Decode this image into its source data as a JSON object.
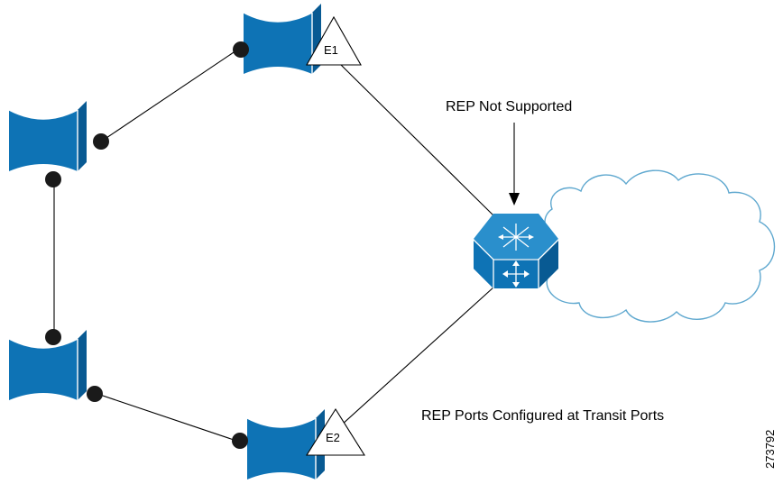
{
  "diagram": {
    "labels": {
      "edge1": "E1",
      "edge2": "E2",
      "rep_not_supported": "REP Not Supported",
      "transit_ports": "REP Ports Configured at Transit Ports",
      "figure_id": "273792"
    },
    "colors": {
      "switch_blue": "#0e73b5",
      "switch_dark": "#085a93",
      "cloud_outline": "#5fa8cf",
      "port_dot": "#1a1a1a"
    },
    "nodes": [
      {
        "id": "switch-top",
        "type": "layer2-switch",
        "icon": "workgroup-switch-icon"
      },
      {
        "id": "switch-left-upper",
        "type": "layer2-switch",
        "icon": "workgroup-switch-icon"
      },
      {
        "id": "switch-left-lower",
        "type": "layer2-switch",
        "icon": "workgroup-switch-icon"
      },
      {
        "id": "switch-bottom",
        "type": "layer2-switch",
        "icon": "workgroup-switch-icon"
      },
      {
        "id": "multilayer-switch",
        "type": "layer3-switch",
        "icon": "multilayer-switch-icon"
      },
      {
        "id": "network-cloud",
        "type": "cloud",
        "icon": "cloud-icon"
      }
    ],
    "links": [
      {
        "from": "switch-left-upper",
        "to": "switch-top"
      },
      {
        "from": "switch-left-upper",
        "to": "switch-left-lower"
      },
      {
        "from": "switch-left-lower",
        "to": "switch-bottom"
      },
      {
        "from": "switch-top",
        "to": "multilayer-switch",
        "edge_port": "E1"
      },
      {
        "from": "switch-bottom",
        "to": "multilayer-switch",
        "edge_port": "E2"
      }
    ]
  }
}
